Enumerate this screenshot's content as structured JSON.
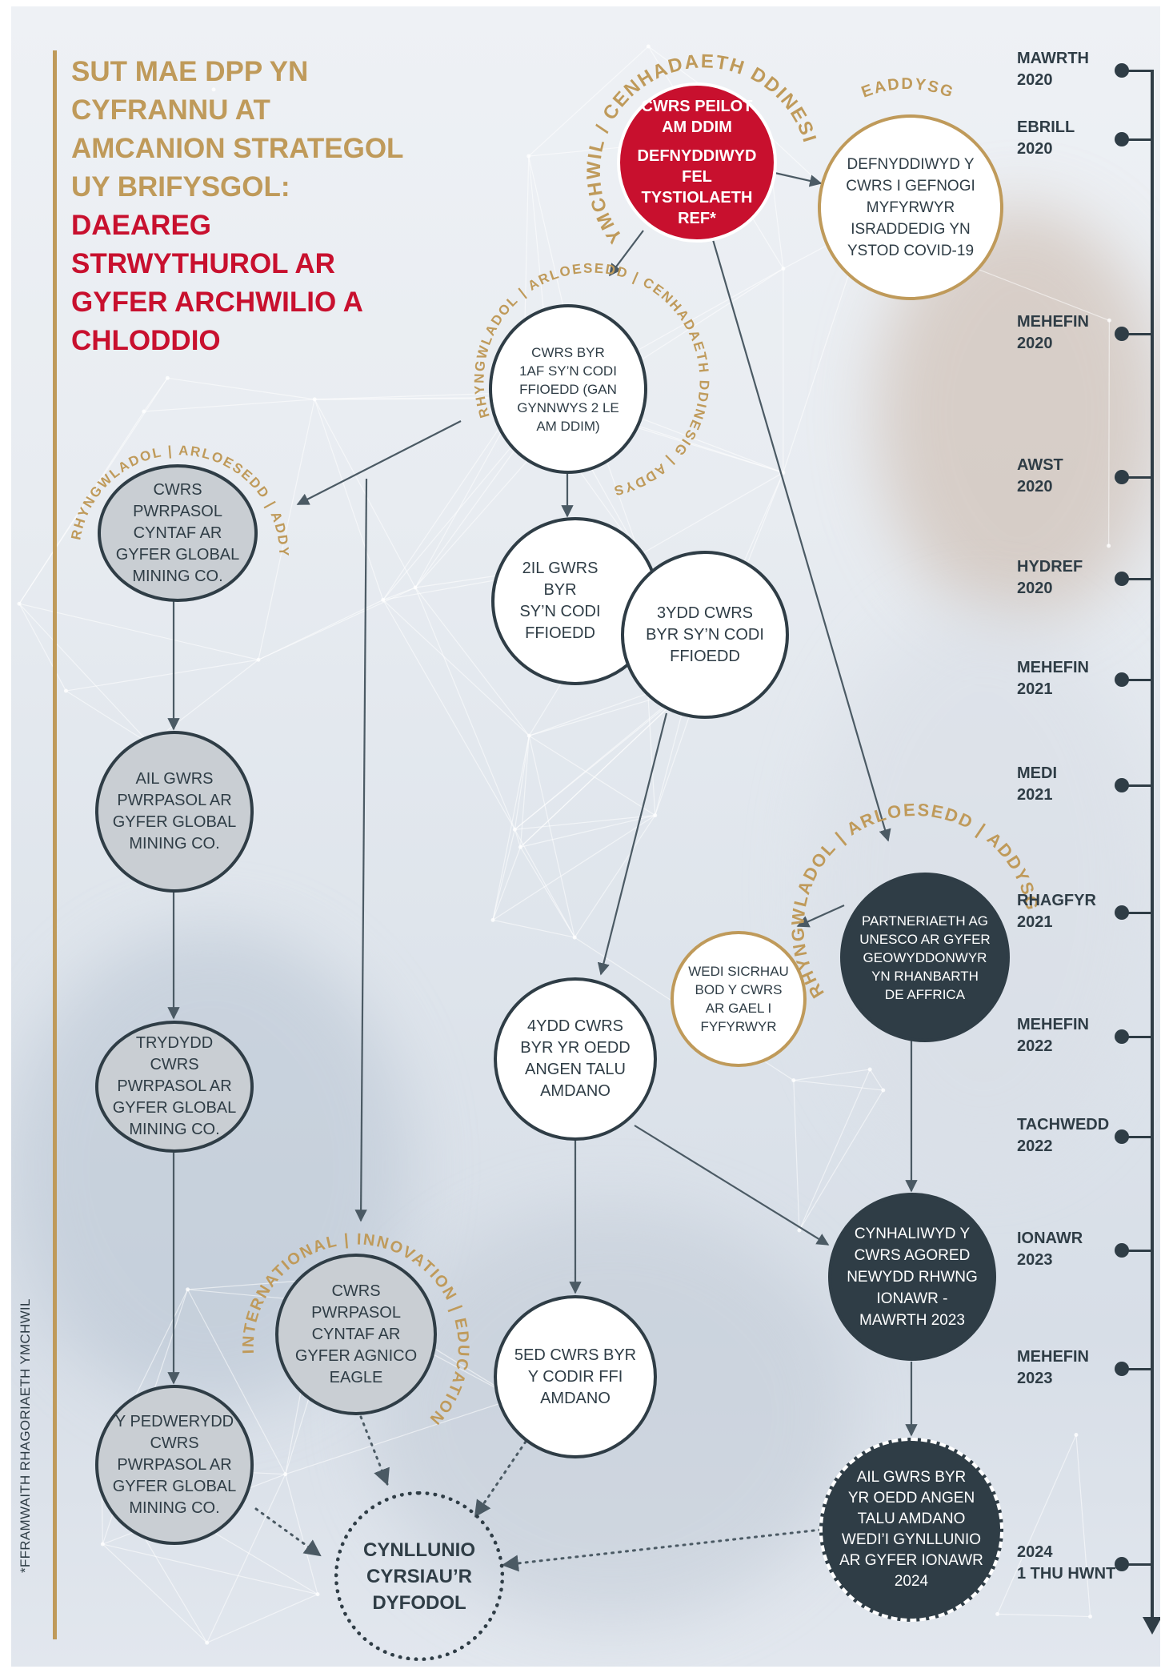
{
  "title": {
    "line1": "SUT MAE DPP YN",
    "line2": "CYFRANNU AT",
    "line3": "AMCANION STRATEGOL",
    "line4": "UY BRIFYSGOL:",
    "subtitle1": "DAEAREG",
    "subtitle2": "STRWYTHUROL AR",
    "subtitle3": "GYFER ARCHWILIO A",
    "subtitle4": "CHLODDIO"
  },
  "footnote": "*FFRAMWAITH RHAGORIAETH YMCHWIL",
  "colors": {
    "gold": "#bf9a5a",
    "red": "#c8102e",
    "dark": "#2f3d46",
    "grey": "#c9ced3"
  },
  "nodes": {
    "pilot": {
      "line1": "CWRS PEILOT",
      "line2": "AM DDIM",
      "line3": "DEFNYDDIWYD",
      "line4": "FEL TYSTIOLAETH",
      "line5": "REF*"
    },
    "covid": {
      "line1": "DEFNYDDIWYD Y",
      "line2": "CWRS I GEFNOGI",
      "line3": "MYFYRWYR",
      "line4": "ISRADDEDIG YN",
      "line5": "YSTOD COVID-19"
    },
    "short1": {
      "line1": "CWRS BYR",
      "line2": "1AF SY’N CODI",
      "line3": "FFIOEDD (GAN",
      "line4": "GYNNWYS 2 LE",
      "line5": "AM DDIM)"
    },
    "gm1": {
      "line1": "CWRS",
      "line2": "PWRPASOL",
      "line3": "CYNTAF AR",
      "line4": "GYFER GLOBAL",
      "line5": "MINING CO."
    },
    "short2": {
      "line1": "2IL GWRS",
      "line2": "BYR",
      "line3": "SY’N CODI",
      "line4": "FFIOEDD"
    },
    "short3": {
      "line1": "3YDD CWRS",
      "line2": "BYR SY’N CODI",
      "line3": "FFIOEDD"
    },
    "gm2": {
      "line1": "AIL GWRS",
      "line2": "PWRPASOL AR",
      "line3": "GYFER GLOBAL",
      "line4": "MINING CO."
    },
    "unesco": {
      "line1": "PARTNERIAETH AG",
      "line2": "UNESCO AR GYFER",
      "line3": "GEOWYDDONWYR",
      "line4": "YN RHANBARTH",
      "line5": "DE AFFRICA"
    },
    "secured": {
      "line1": "WEDI SICRHAU",
      "line2": "BOD Y CWRS",
      "line3": "AR GAEL I",
      "line4": "FYFYRWYR"
    },
    "short4": {
      "line1": "4YDD CWRS",
      "line2": "BYR YR OEDD",
      "line3": "ANGEN TALU",
      "line4": "AMDANO"
    },
    "gm3": {
      "line1": "TRYDYDD",
      "line2": "CWRS",
      "line3": "PWRPASOL AR",
      "line4": "GYFER GLOBAL",
      "line5": "MINING CO."
    },
    "open": {
      "line1": "CYNHALIWYD Y",
      "line2": "CWRS AGORED",
      "line3": "NEWYDD RHWNG",
      "line4": "IONAWR -",
      "line5": "MAWRTH 2023"
    },
    "agnico": {
      "line1": "CWRS",
      "line2": "PWRPASOL",
      "line3": "CYNTAF AR",
      "line4": "GYFER AGNICO",
      "line5": "EAGLE"
    },
    "short5": {
      "line1": "5ED CWRS BYR",
      "line2": "Y CODIR FFI",
      "line3": "AMDANO"
    },
    "gm4": {
      "line1": "Y PEDWERYDD",
      "line2": "CWRS",
      "line3": "PWRPASOL AR",
      "line4": "GYFER GLOBAL",
      "line5": "MINING CO."
    },
    "short6": {
      "line1": "AIL GWRS BYR",
      "line2": "YR OEDD ANGEN",
      "line3": "TALU AMDANO",
      "line4": "WEDI’I GYNLLUNIO",
      "line5": "AR GYFER IONAWR",
      "line6": "2024"
    },
    "future": {
      "line1": "CYNLLUNIO",
      "line2": "CYRSIAU’R",
      "line3": "DYFODOL"
    }
  },
  "arc_labels": {
    "pilot_left": "YMCHWIL / CENHADAETH DDINESIG",
    "covid_top": "EADDYSG",
    "short1_top": "RHYNGWLADOL | ARLOESEDD | CENHADAETH DDINESIG | ADDYSG",
    "gm1_top": "RHYNGWLADOL | ARLOESEDD | ADDYSG",
    "unesco_top": "RHYNGWLADOL | ARLOESEDD | ADDYSG",
    "agnico_top": "INTERNATIONAL | INNOVATION | EDUCATION"
  },
  "timeline": [
    {
      "month": "MAWRTH",
      "year": "2020"
    },
    {
      "month": "EBRILL",
      "year": "2020"
    },
    {
      "month": "MEHEFIN",
      "year": "2020"
    },
    {
      "month": "AWST",
      "year": "2020"
    },
    {
      "month": "HYDREF",
      "year": "2020"
    },
    {
      "month": "MEHEFIN",
      "year": "2021"
    },
    {
      "month": "MEDI",
      "year": "2021"
    },
    {
      "month": "RHAGFYR",
      "year": "2021"
    },
    {
      "month": "MEHEFIN",
      "year": "2022"
    },
    {
      "month": "TACHWEDD",
      "year": "2022"
    },
    {
      "month": "IONAWR",
      "year": "2023"
    },
    {
      "month": "MEHEFIN",
      "year": "2023"
    },
    {
      "month": "2024",
      "year": "1 THU HWNT"
    }
  ]
}
